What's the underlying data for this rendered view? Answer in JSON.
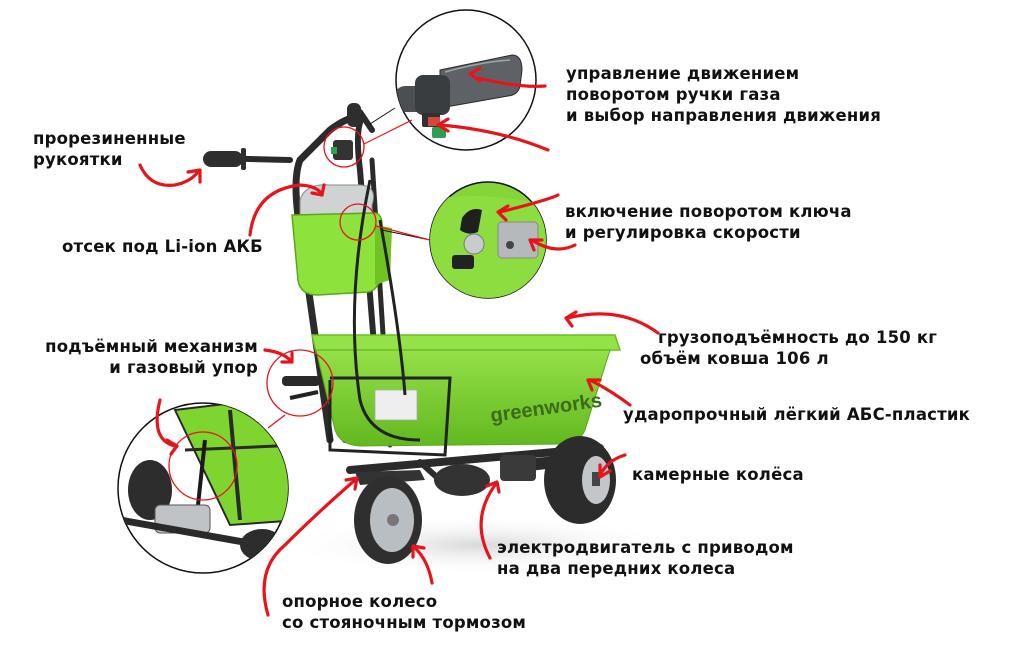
{
  "diagram": {
    "subject": "electric wheelbarrow / cart",
    "brand_text": "greenworks",
    "colors": {
      "body_green": "#7fd52f",
      "frame_dark": "#2b2b2b",
      "arrow_red": "#e8141b",
      "text": "#111111",
      "background": "#ffffff"
    },
    "callouts": [
      {
        "id": "throttle",
        "lines": [
          "управление движением",
          "поворотом ручки газа",
          "и выбор направления движения"
        ]
      },
      {
        "id": "grips",
        "lines": [
          "прорезиненные",
          "рукоятки"
        ]
      },
      {
        "id": "battery",
        "lines": [
          "отсек под Li-ion АКБ"
        ]
      },
      {
        "id": "key",
        "lines": [
          "включение поворотом ключа",
          "и регулировка скорости"
        ]
      },
      {
        "id": "lift",
        "lines": [
          "подъёмный механизм",
          "и газовый упор"
        ]
      },
      {
        "id": "capacity",
        "lines": [
          "грузоподъёмность до 150 кг",
          "объём ковша 106 л"
        ]
      },
      {
        "id": "plastic",
        "lines": [
          "ударопрочный лёгкий АБС-пластик"
        ]
      },
      {
        "id": "wheels",
        "lines": [
          "камерные колёса"
        ]
      },
      {
        "id": "motor",
        "lines": [
          "электродвигатель с приводом",
          "на два передних колеса"
        ]
      },
      {
        "id": "support_wheel",
        "lines": [
          "опорное колесо",
          "со стояночным тормозом"
        ]
      }
    ],
    "insets": [
      {
        "id": "throttle-inset",
        "depicts": "twist throttle grip with direction switch"
      },
      {
        "id": "key-inset",
        "depicts": "ignition key and speed dial"
      },
      {
        "id": "lift-inset",
        "depicts": "tipping mechanism with gas strut"
      }
    ]
  }
}
